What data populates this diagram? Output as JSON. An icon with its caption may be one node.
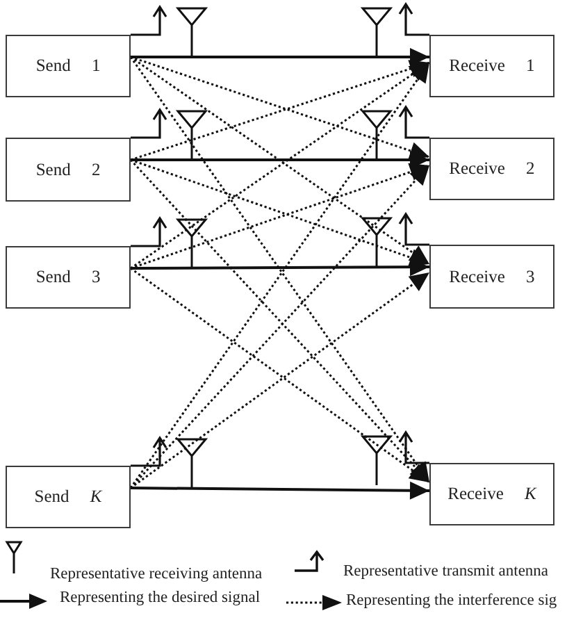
{
  "diagram": {
    "nodes": [
      {
        "text": [
          "Send 1"
        ]
      },
      {
        "text": [
          "Receive 1"
        ]
      },
      {
        "text": [
          "Send 2"
        ]
      },
      {
        "text": [
          "Receive 2"
        ]
      },
      {
        "text": [
          "Send 3"
        ]
      },
      {
        "text": [
          "Receive 3"
        ]
      },
      {
        "text": [
          "Send *K*"
        ]
      },
      {
        "text": [
          "Receive *K*"
        ]
      }
    ],
    "edges": [
      {
        "from": 0,
        "to": 1,
        "arrow": "to"
      },
      {
        "from": 2,
        "to": 3,
        "arrow": "to"
      },
      {
        "from": 4,
        "to": 5,
        "arrow": "to"
      },
      {
        "from": 6,
        "to": 7,
        "arrow": "to"
      },
      {
        "from": 0,
        "to": 3,
        "arrow": "to",
        "style": "dashed"
      },
      {
        "from": 0,
        "to": 5,
        "arrow": "to",
        "style": "dashed"
      },
      {
        "from": 0,
        "to": 7,
        "arrow": "to",
        "style": "dashed"
      },
      {
        "from": 2,
        "to": 1,
        "arrow": "to",
        "style": "dashed"
      },
      {
        "from": 2,
        "to": 5,
        "arrow": "to",
        "style": "dashed"
      },
      {
        "from": 2,
        "to": 7,
        "arrow": "to",
        "style": "dashed"
      },
      {
        "from": 4,
        "to": 1,
        "arrow": "to",
        "style": "dashed"
      },
      {
        "from": 4,
        "to": 3,
        "arrow": "to",
        "style": "dashed"
      },
      {
        "from": 4,
        "to": 7,
        "arrow": "to",
        "style": "dashed"
      },
      {
        "from": 6,
        "to": 1,
        "arrow": "to",
        "style": "dashed"
      },
      {
        "from": 6,
        "to": 3,
        "arrow": "to",
        "style": "dashed"
      },
      {
        "from": 6,
        "to": 5,
        "arrow": "to",
        "style": "dashed"
      }
    ],
    "legend": [
      {
        "text": "Representative receiving antenna"
      },
      {
        "text": "Representative transmit antenna"
      },
      {
        "text": "Representing the desired signal"
      },
      {
        "text": "Representing the interference sig"
      }
    ]
  }
}
